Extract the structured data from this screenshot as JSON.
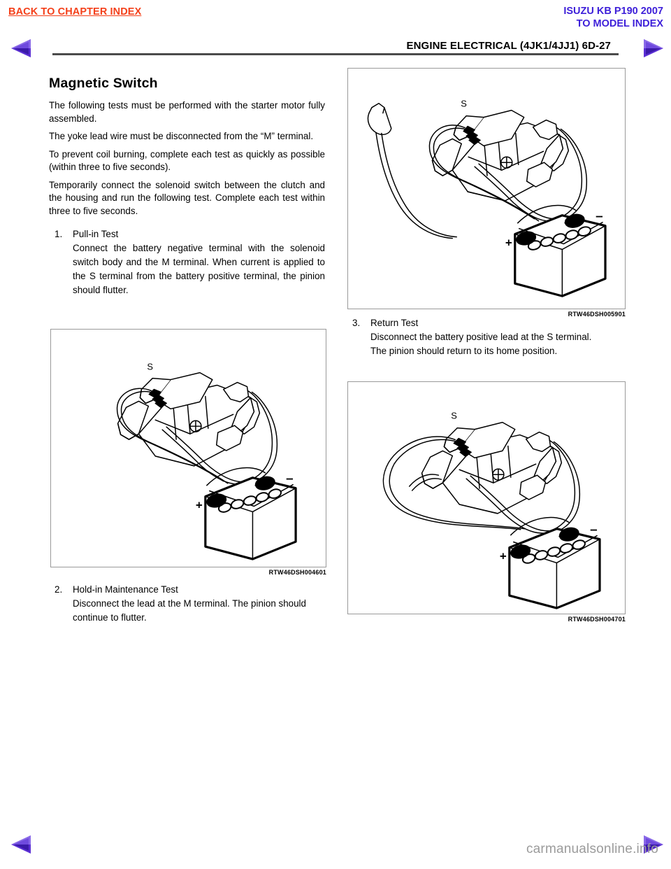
{
  "top_nav": {
    "back_link": "BACK TO CHAPTER INDEX",
    "model_line_1": "ISUZU KB P190 2007",
    "model_line_2": "TO MODEL INDEX",
    "back_color": "#f4401a",
    "model_color": "#3d1fd9",
    "arrow_color": "#5b2fd4",
    "prev_icon": "left-triangle-arrow-icon",
    "next_icon": "right-triangle-arrow-icon"
  },
  "page_header": {
    "title": "ENGINE ELECTRICAL (4JK1/4JJ1)  6D-27"
  },
  "left_column": {
    "heading": "Magnetic Switch",
    "paragraphs": [
      "The following tests must be performed with the starter motor fully assembled.",
      "The yoke lead wire must be disconnected from the “M” terminal.",
      "To prevent coil burning, complete each test as quickly as possible (within three to five seconds).",
      "Temporarily connect the solenoid switch between the clutch and the housing and run the following test. Complete each test within three to five seconds."
    ],
    "steps": [
      {
        "num": "1.",
        "title": "Pull-in Test",
        "body": "Connect the battery negative terminal with the solenoid switch body and the M terminal. When current is applied to the S terminal from the battery positive terminal, the pinion should flutter."
      },
      {
        "num": "2.",
        "title": "Hold-in Maintenance Test",
        "body": "Disconnect the lead at the M terminal. The pinion should continue to flutter."
      }
    ]
  },
  "right_column": {
    "steps": [
      {
        "num": "3.",
        "title": "Return Test",
        "body": "Disconnect the battery positive lead at the S terminal.",
        "body2": "The pinion should return to its home position."
      }
    ]
  },
  "figures": [
    {
      "id": "figure-1",
      "caption": "RTW46DSH004601",
      "labels": {
        "s_terminal": "S",
        "positive": "+",
        "negative": "–"
      },
      "description": "starter-motor-and-battery-pull-in-test"
    },
    {
      "id": "figure-2",
      "caption": "RTW46DSH005901",
      "labels": {
        "s_terminal": "S",
        "positive": "+",
        "negative": "–"
      },
      "description": "starter-motor-and-battery-hold-in-test-lead-disconnected"
    },
    {
      "id": "figure-3",
      "caption": "RTW46DSH004701",
      "labels": {
        "s_terminal": "S",
        "positive": "+",
        "negative": "–"
      },
      "description": "starter-motor-and-battery-return-test"
    }
  ],
  "footer": {
    "watermark": "carmanualsonline.info"
  }
}
